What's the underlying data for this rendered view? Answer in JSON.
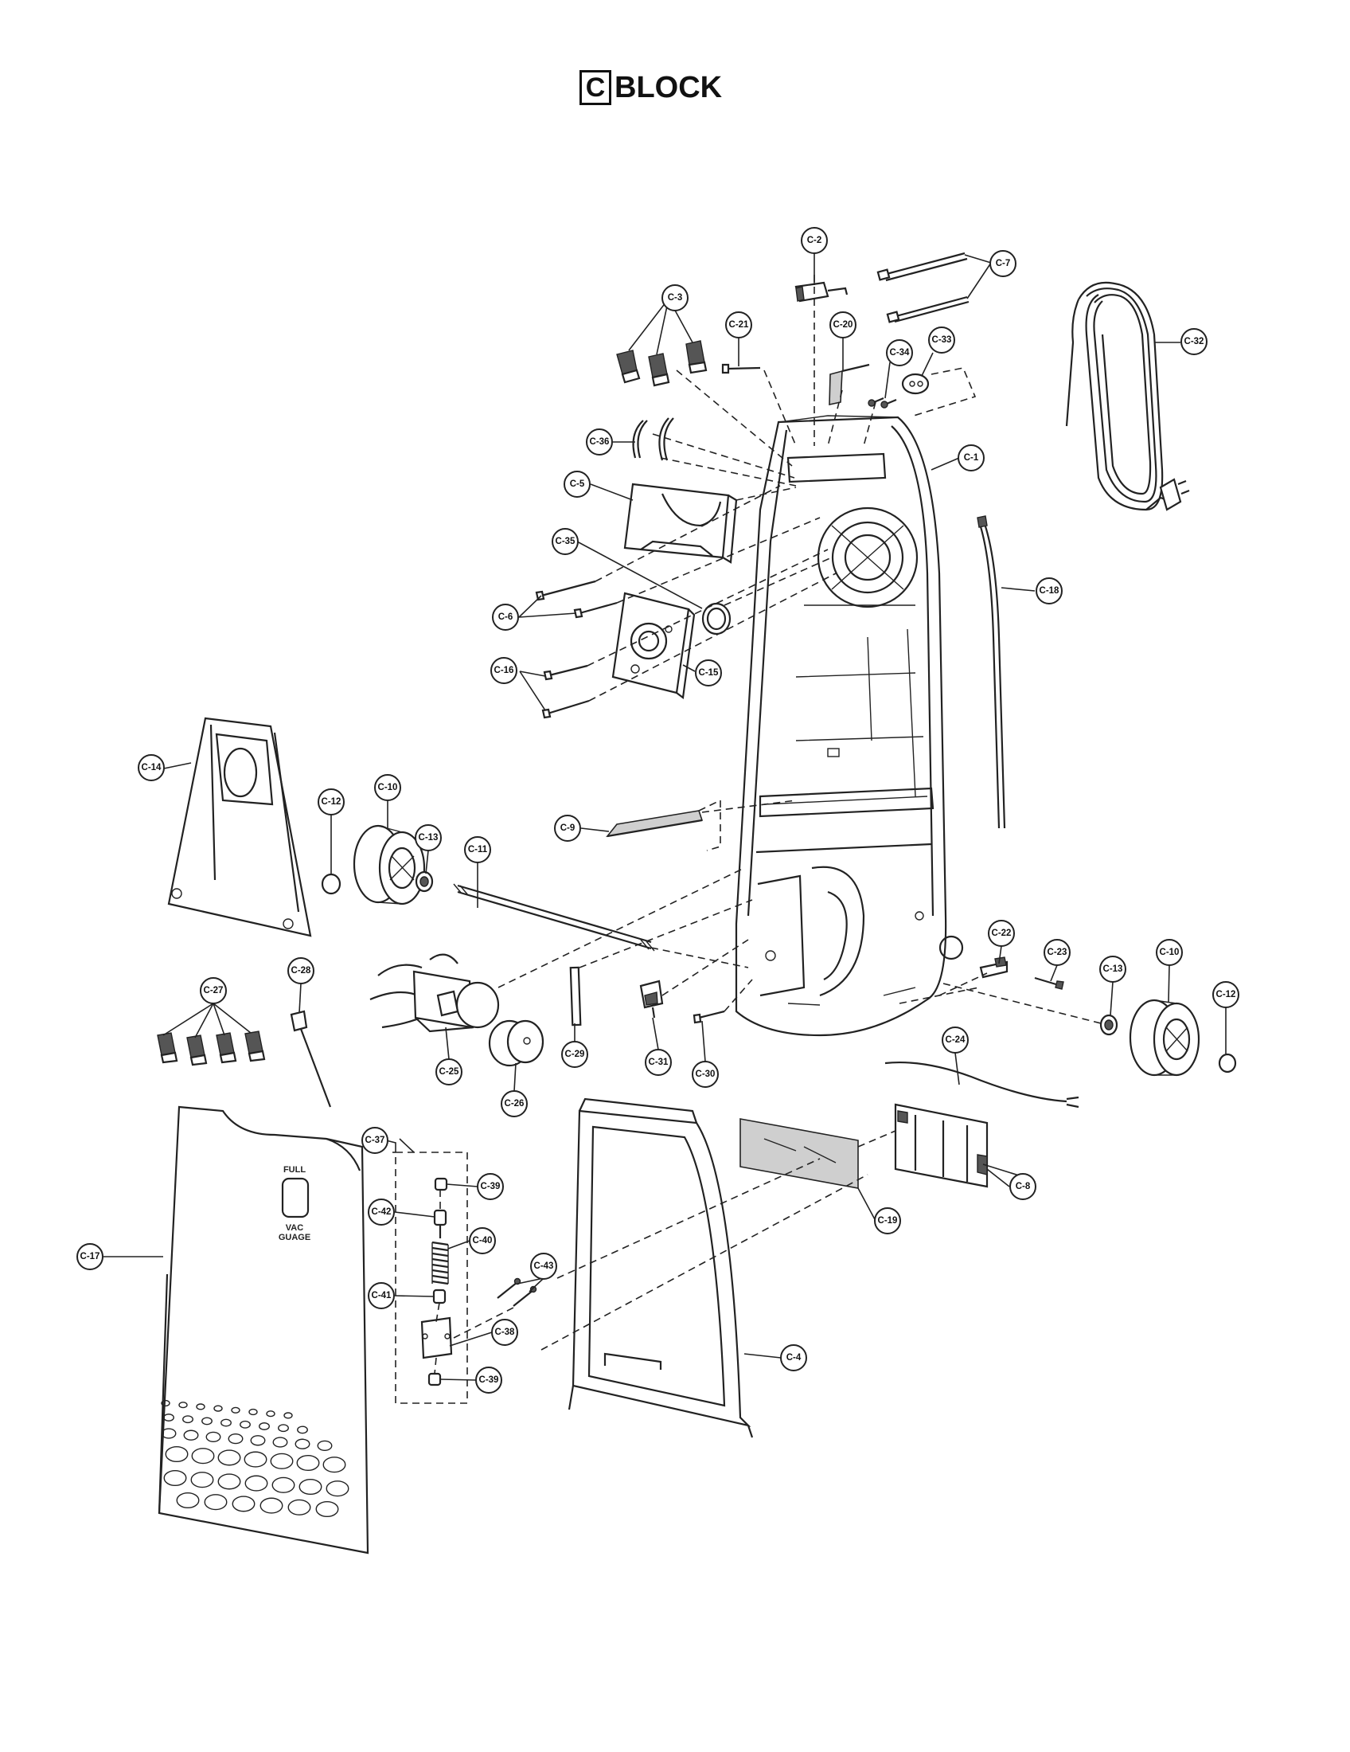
{
  "title": {
    "box_letter": "C",
    "text": "BLOCK"
  },
  "labels": [
    {
      "id": "c2",
      "text": "C-2"
    },
    {
      "id": "c7",
      "text": "C-7"
    },
    {
      "id": "c3",
      "text": "C-3"
    },
    {
      "id": "c21",
      "text": "C-21"
    },
    {
      "id": "c20",
      "text": "C-20"
    },
    {
      "id": "c34",
      "text": "C-34"
    },
    {
      "id": "c33",
      "text": "C-33"
    },
    {
      "id": "c32",
      "text": "C-32"
    },
    {
      "id": "c36",
      "text": "C-36"
    },
    {
      "id": "c1",
      "text": "C-1"
    },
    {
      "id": "c5",
      "text": "C-5"
    },
    {
      "id": "c35",
      "text": "C-35"
    },
    {
      "id": "c18",
      "text": "C-18"
    },
    {
      "id": "c6",
      "text": "C-6"
    },
    {
      "id": "c16",
      "text": "C-16"
    },
    {
      "id": "c15",
      "text": "C-15"
    },
    {
      "id": "c14",
      "text": "C-14"
    },
    {
      "id": "c12a",
      "text": "C-12"
    },
    {
      "id": "c10a",
      "text": "C-10"
    },
    {
      "id": "c13a",
      "text": "C-13"
    },
    {
      "id": "c11",
      "text": "C-11"
    },
    {
      "id": "c9",
      "text": "C-9"
    },
    {
      "id": "c22",
      "text": "C-22"
    },
    {
      "id": "c23",
      "text": "C-23"
    },
    {
      "id": "c13b",
      "text": "C-13"
    },
    {
      "id": "c10b",
      "text": "C-10"
    },
    {
      "id": "c12b",
      "text": "C-12"
    },
    {
      "id": "c27",
      "text": "C-27"
    },
    {
      "id": "c28",
      "text": "C-28"
    },
    {
      "id": "c25",
      "text": "C-25"
    },
    {
      "id": "c26",
      "text": "C-26"
    },
    {
      "id": "c29",
      "text": "C-29"
    },
    {
      "id": "c31",
      "text": "C-31"
    },
    {
      "id": "c30",
      "text": "C-30"
    },
    {
      "id": "c24",
      "text": "C-24"
    },
    {
      "id": "c37",
      "text": "C-37"
    },
    {
      "id": "c39a",
      "text": "C-39"
    },
    {
      "id": "c42",
      "text": "C-42"
    },
    {
      "id": "c40",
      "text": "C-40"
    },
    {
      "id": "c43",
      "text": "C-43"
    },
    {
      "id": "c41",
      "text": "C-41"
    },
    {
      "id": "c38",
      "text": "C-38"
    },
    {
      "id": "c39b",
      "text": "C-39"
    },
    {
      "id": "c17",
      "text": "C-17"
    },
    {
      "id": "c19",
      "text": "C-19"
    },
    {
      "id": "c8",
      "text": "C-8"
    },
    {
      "id": "c4",
      "text": "C-4"
    }
  ],
  "bag_panel": {
    "line1": "FULL",
    "line2": "VAC",
    "line3": "GUAGE"
  }
}
